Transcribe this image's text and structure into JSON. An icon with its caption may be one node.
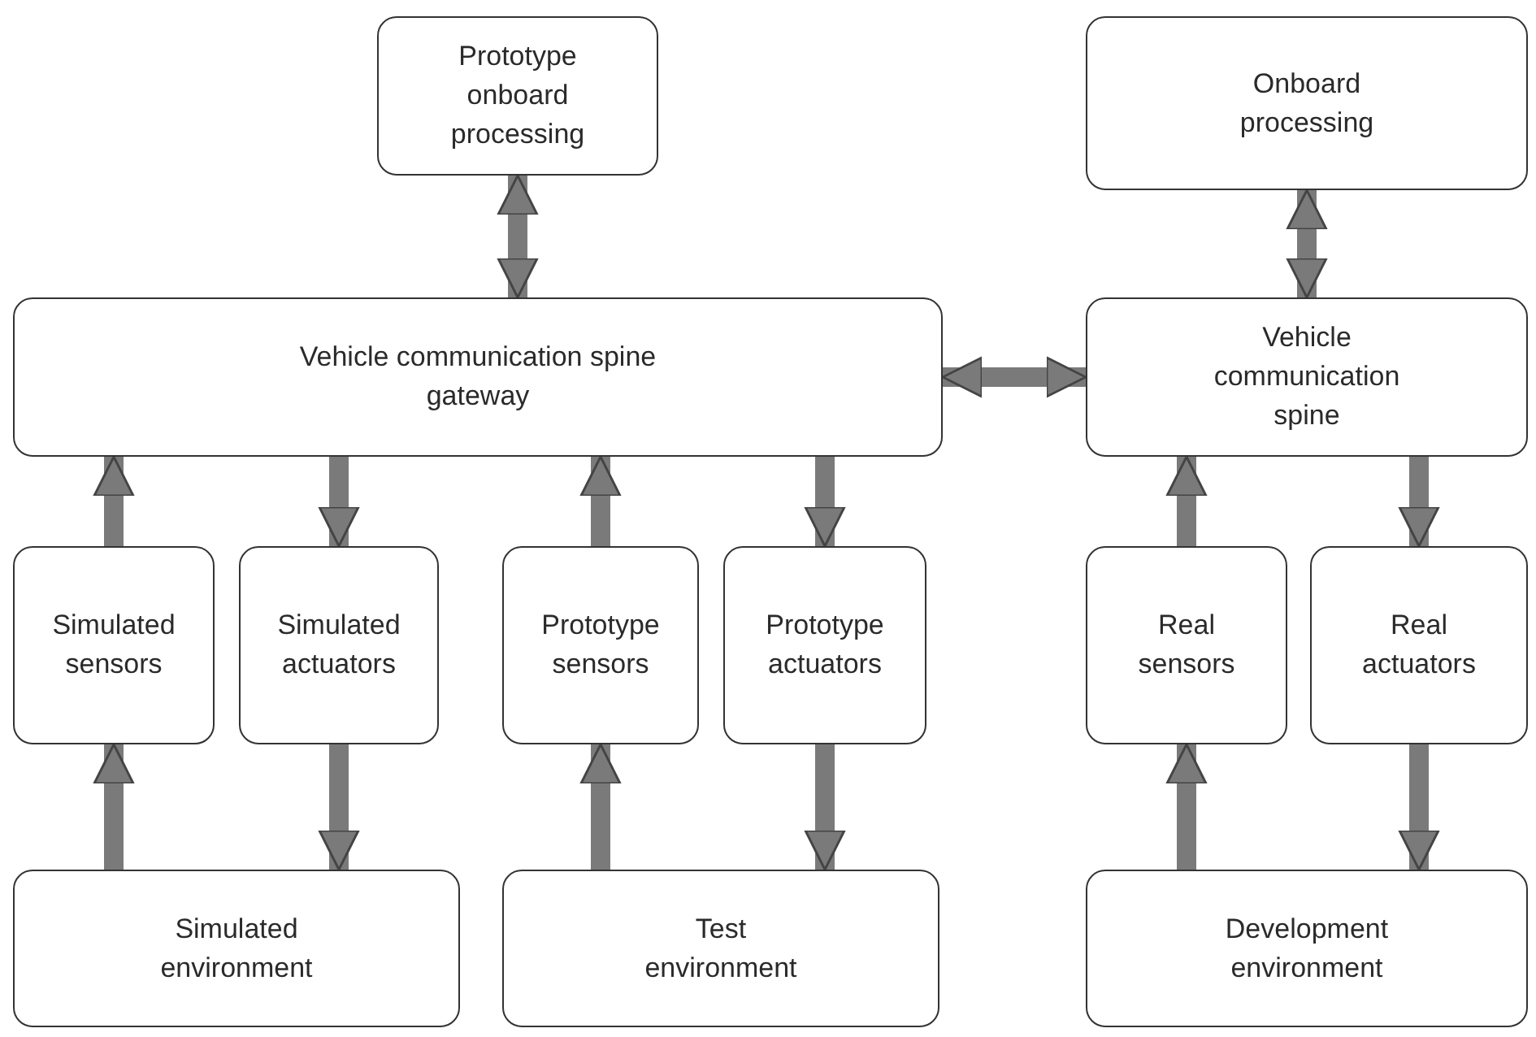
{
  "diagram": {
    "nodes": [
      {
        "text": [
          "Prototype onboard processing"
        ]
      },
      {
        "text": [
          "Vehicle communication spine gateway"
        ]
      },
      {
        "text": [
          "Onboard processing"
        ]
      },
      {
        "text": [
          "Vehicle communication spine"
        ]
      },
      {
        "text": [
          "Simulated sensors"
        ]
      },
      {
        "text": [
          "Simulated actuators"
        ]
      },
      {
        "text": [
          "Prototype sensors"
        ]
      },
      {
        "text": [
          "Prototype actuators"
        ]
      },
      {
        "text": [
          "Real sensors"
        ]
      },
      {
        "text": [
          "Real actuators"
        ]
      },
      {
        "text": [
          "Simulated environment"
        ]
      },
      {
        "text": [
          "Test environment"
        ]
      },
      {
        "text": [
          "Development environment"
        ]
      }
    ],
    "edges": [
      {
        "from": 0,
        "to": 1,
        "arrow": "both"
      },
      {
        "from": 1,
        "to": 3,
        "arrow": "both"
      },
      {
        "from": 2,
        "to": 3,
        "arrow": "both"
      },
      {
        "from": 4,
        "to": 1,
        "arrow": "to"
      },
      {
        "from": 1,
        "to": 5,
        "arrow": "to"
      },
      {
        "from": 6,
        "to": 1,
        "arrow": "to"
      },
      {
        "from": 1,
        "to": 7,
        "arrow": "to"
      },
      {
        "from": 10,
        "to": 4,
        "arrow": "to"
      },
      {
        "from": 5,
        "to": 10,
        "arrow": "to"
      },
      {
        "from": 11,
        "to": 6,
        "arrow": "to"
      },
      {
        "from": 7,
        "to": 11,
        "arrow": "to"
      },
      {
        "from": 8,
        "to": 3,
        "arrow": "to"
      },
      {
        "from": 3,
        "to": 9,
        "arrow": "to"
      },
      {
        "from": 12,
        "to": 8,
        "arrow": "to"
      },
      {
        "from": 9,
        "to": 12,
        "arrow": "to"
      }
    ]
  }
}
